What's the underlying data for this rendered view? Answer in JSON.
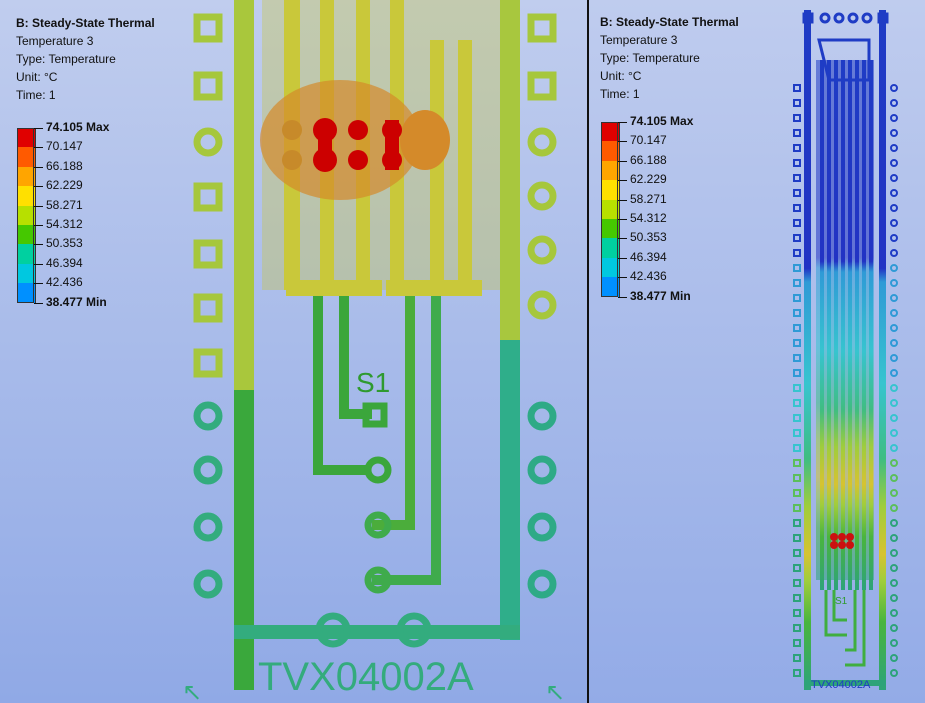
{
  "left_view": {
    "analysis_title": "B: Steady-State Thermal",
    "result_name": "Temperature 3",
    "type_line": "Type: Temperature",
    "unit_line": "Unit: °C",
    "time_line": "Time: 1",
    "board_label": "S1",
    "part_number": "TVX04002A"
  },
  "right_view": {
    "analysis_title": "B: Steady-State Thermal",
    "result_name": "Temperature 3",
    "type_line": "Type: Temperature",
    "unit_line": "Unit: °C",
    "time_line": "Time: 1",
    "board_label": "S1",
    "part_number": "TVX04002A"
  },
  "legend": {
    "labels": [
      "74.105 Max",
      "70.147",
      "66.188",
      "62.229",
      "58.271",
      "54.312",
      "50.353",
      "46.394",
      "42.436",
      "38.477 Min"
    ],
    "colors": [
      "#e00000",
      "#ff5a00",
      "#ffa500",
      "#ffe000",
      "#b7e000",
      "#45c800",
      "#00d0a0",
      "#00c8e0",
      "#0090ff",
      "#0010d0"
    ]
  },
  "colors": {
    "copper_hot": "#d40000",
    "copper_orange": "#d58a20",
    "copper_yellow": "#c8c830",
    "copper_yellowgreen": "#a6c83c",
    "copper_green": "#3faa3f",
    "copper_teal": "#2eaa86",
    "copper_blue": "#1e3cbf"
  }
}
